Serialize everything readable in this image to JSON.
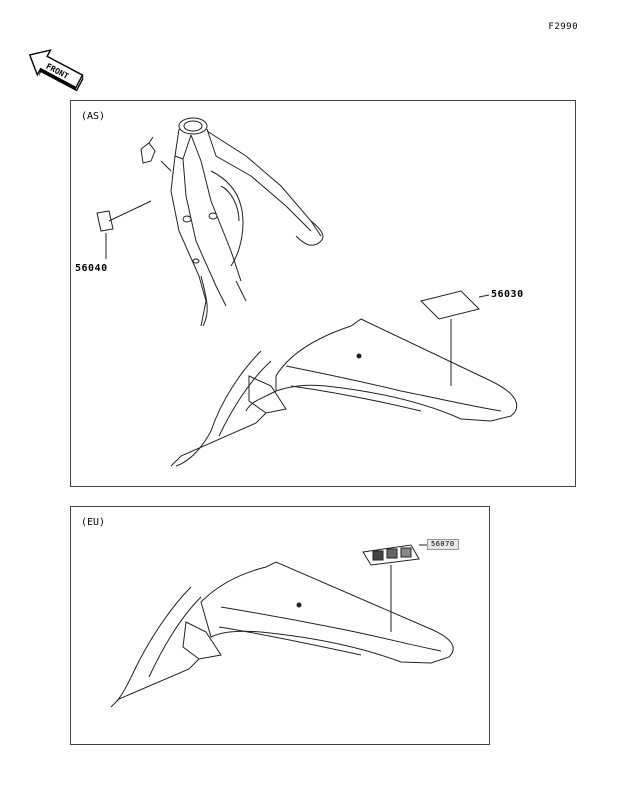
{
  "figure_code": "F2990",
  "front_arrow": {
    "label": "FRONT",
    "icon": "front-direction-arrow-icon"
  },
  "panels": [
    {
      "region": "(AS)",
      "parts": [
        {
          "number": "56040"
        },
        {
          "number": "56030"
        }
      ]
    },
    {
      "region": "(EU)",
      "parts": [
        {
          "number": "56070"
        }
      ]
    }
  ]
}
